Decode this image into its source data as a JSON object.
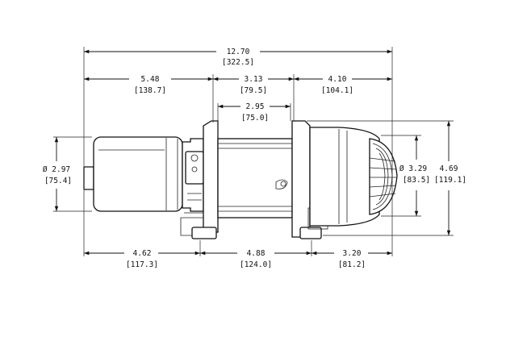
{
  "dimensions": {
    "overall": {
      "in": "12.70",
      "mm": "[322.5]"
    },
    "motor_to_frame": {
      "in": "5.48",
      "mm": "[138.7]"
    },
    "frame_width": {
      "in": "3.13",
      "mm": "[79.5]"
    },
    "gearbox_width": {
      "in": "4.10",
      "mm": "[104.1]"
    },
    "drum_length": {
      "in": "2.95",
      "mm": "[75.0]"
    },
    "motor_diameter": {
      "in": "Ø 2.97",
      "mm": "[75.4]"
    },
    "gearbox_diameter": {
      "in": "Ø 3.29",
      "mm": "[83.5]"
    },
    "overall_height": {
      "in": "4.69",
      "mm": "[119.1]"
    },
    "bottom_left": {
      "in": "4.62",
      "mm": "[117.3]"
    },
    "bottom_mid": {
      "in": "4.88",
      "mm": "[124.0]"
    },
    "bottom_right": {
      "in": "3.20",
      "mm": "[81.2]"
    }
  }
}
